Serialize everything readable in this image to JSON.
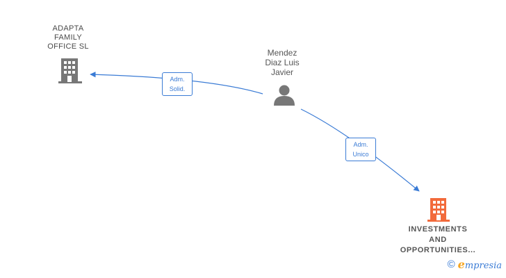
{
  "nodes": {
    "adapta": {
      "label": "ADAPTA\nFAMILY\nOFFICE  SL",
      "icon": "building-icon",
      "color": "#777777"
    },
    "mendez": {
      "label": "Mendez\nDiaz Luis\nJavier",
      "icon": "person-icon",
      "color": "#777777"
    },
    "investments": {
      "label": "INVESTMENTS\nAND\nOPPORTUNITIES...",
      "icon": "building-icon",
      "color": "#f26a3b"
    }
  },
  "edges": {
    "mendez_adapta": {
      "line1": "Adm.",
      "line2": "Solid."
    },
    "mendez_investments": {
      "line1": "Adm.",
      "line2": "Unico"
    }
  },
  "footer": {
    "copyright": "©",
    "brand_first": "e",
    "brand_rest": "mpresia"
  },
  "colors": {
    "edge": "#3a7bd5",
    "accent": "#f5a623"
  }
}
